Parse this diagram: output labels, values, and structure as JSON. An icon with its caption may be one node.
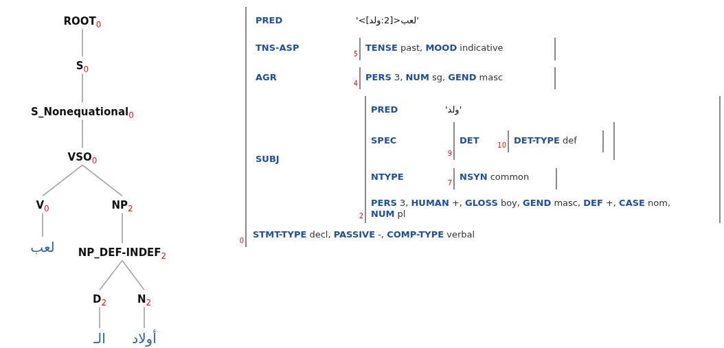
{
  "diagram": {
    "nodes": [
      {
        "text": [
          "ROOT",
          "0"
        ]
      },
      {
        "text": [
          "S",
          "0"
        ]
      },
      {
        "text": [
          "S_Nonequational",
          "0"
        ]
      },
      {
        "text": [
          "VSO",
          "0"
        ]
      },
      {
        "text": [
          "V",
          "0"
        ]
      },
      {
        "text": [
          "NP",
          "2"
        ]
      },
      {
        "text": [
          "لعب"
        ]
      },
      {
        "text": [
          "NP_DEF-INDEF",
          "2"
        ]
      },
      {
        "text": [
          "D",
          "2"
        ]
      },
      {
        "text": [
          "N",
          "2"
        ]
      },
      {
        "text": [
          "الـ"
        ]
      },
      {
        "text": [
          "أولاد"
        ]
      },
      {
        "text": [
          "PRED",
          "'لعب<[2:ولد]>'",
          "TNS-ASP",
          "AGR",
          "SUBJ",
          "**STMT-TYPE** decl, **PASSIVE** -, **COMP-TYPE** verbal"
        ],
        "beside": [
          "0"
        ]
      },
      {
        "text": [
          "**TENSE** past, **MOOD** indicative"
        ],
        "beside": [
          "5"
        ],
        "in": 12
      },
      {
        "text": [
          "**PERS** 3, **NUM** sg, **GEND** masc"
        ],
        "beside": [
          "4"
        ],
        "in": 12
      },
      {
        "text": [
          "PRED",
          "'ولد'",
          "SPEC",
          "NTYPE",
          "**PERS** 3, **HUMAN** +, **GLOSS** boy, **GEND** masc, **DEF** +, **CASE** nom, **NUM** pl"
        ],
        "beside": [
          "2"
        ],
        "in": 12
      },
      {
        "text": [
          "DET"
        ],
        "beside": [
          "9"
        ],
        "in": 15
      },
      {
        "text": [
          "**DET-TYPE** def"
        ],
        "beside": [
          "10"
        ],
        "in": 16
      },
      {
        "text": [
          "**NSYN** common"
        ],
        "beside": [
          "7"
        ],
        "in": 15
      }
    ],
    "edges": [
      {
        "from": 0,
        "to": 1,
        "arrow": "none"
      },
      {
        "from": 1,
        "to": 2,
        "arrow": "none"
      },
      {
        "from": 2,
        "to": 3,
        "arrow": "none"
      },
      {
        "from": 3,
        "to": 4,
        "arrow": "none"
      },
      {
        "from": 3,
        "to": 5,
        "arrow": "none"
      },
      {
        "from": 4,
        "to": 6,
        "arrow": "none"
      },
      {
        "from": 5,
        "to": 7,
        "arrow": "none"
      },
      {
        "from": 7,
        "to": 8,
        "arrow": "none"
      },
      {
        "from": 7,
        "to": 9,
        "arrow": "none"
      },
      {
        "from": 8,
        "to": 10,
        "arrow": "none"
      },
      {
        "from": 9,
        "to": 11,
        "arrow": "none"
      }
    ]
  }
}
